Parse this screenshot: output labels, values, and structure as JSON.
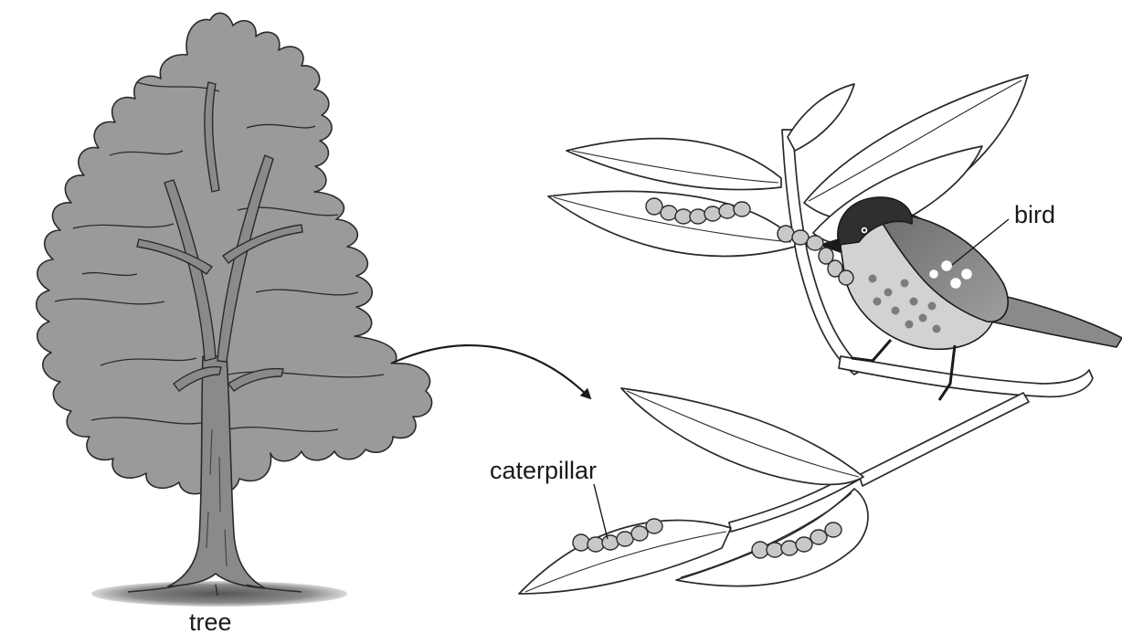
{
  "labels": {
    "tree": "tree",
    "bird": "bird",
    "caterpillar": "caterpillar"
  },
  "colors": {
    "foliage": "#9a9a9a",
    "trunk": "#8a8a8a",
    "outline": "#2a2a2a",
    "leaf_fill": "#ffffff",
    "bird_head": "#2f2f2f",
    "bird_body": "#d2d2d2",
    "caterpillar": "#c8c8c8"
  },
  "icons": [
    "tree-illustration",
    "branch-with-leaves",
    "bird-illustration",
    "caterpillar-illustration",
    "arrow"
  ]
}
